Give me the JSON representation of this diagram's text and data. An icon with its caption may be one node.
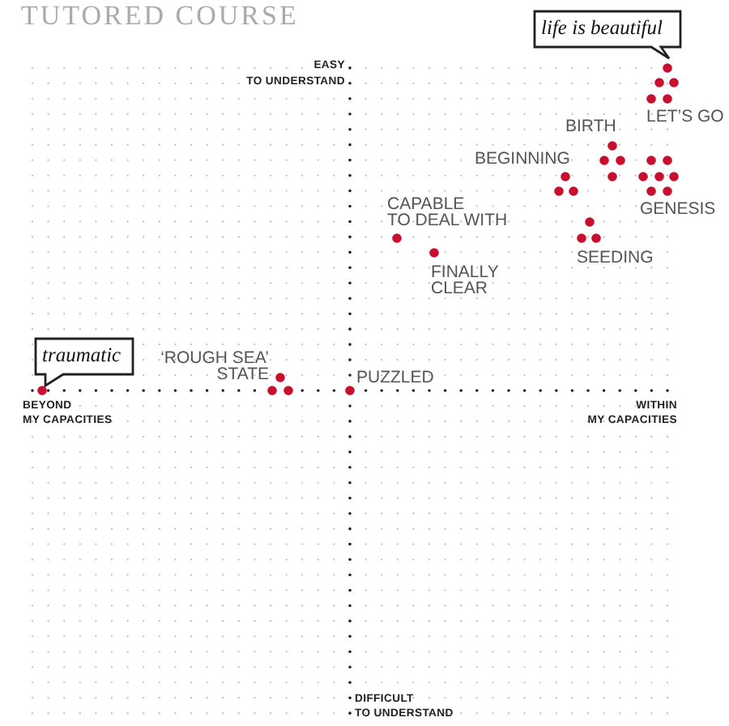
{
  "diagram": {
    "title": "TUTORED COURSE",
    "nodes": [
      {
        "text": [
          "life is beautiful"
        ]
      },
      {
        "text": [
          "traumatic"
        ]
      }
    ],
    "labels": [
      "EASY",
      "TO UNDERSTAND",
      "LET’S GO",
      "BIRTH",
      "BEGINNING",
      "GENESIS",
      "CAPABLE",
      "TO DEAL WITH",
      "SEEDING",
      "FINALLY",
      "CLEAR",
      "‘ROUGH SEA’",
      "STATE",
      "PUZZLED",
      "BEYOND",
      "MY CAPACITIES",
      "WITHIN",
      "MY CAPACITIES",
      "DIFFICULT",
      "TO UNDERSTAND"
    ]
  }
}
